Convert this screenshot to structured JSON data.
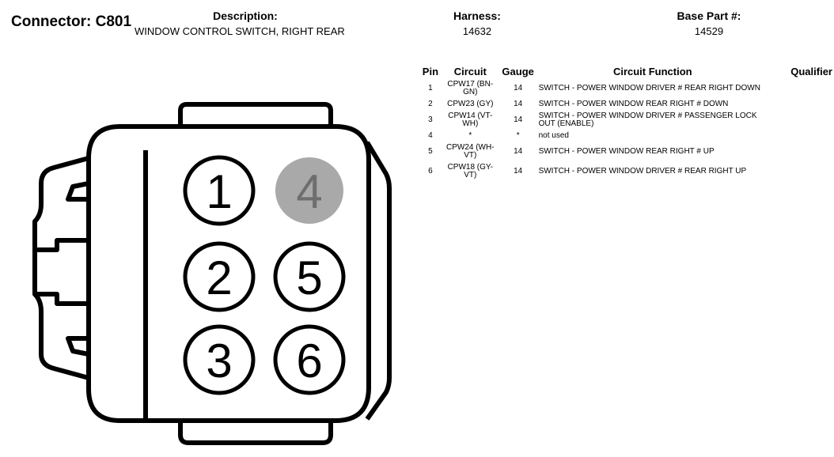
{
  "header": {
    "connector_label": "Connector: C801",
    "description_label": "Description:",
    "description_value": "WINDOW CONTROL SWITCH, RIGHT REAR",
    "harness_label": "Harness:",
    "harness_value": "14632",
    "base_part_label": "Base Part #:",
    "base_part_value": "14529"
  },
  "table": {
    "columns": [
      "Pin",
      "Circuit",
      "Gauge",
      "Circuit Function",
      "Qualifier"
    ],
    "rows": [
      {
        "pin": "1",
        "circuit": "CPW17 (BN-GN)",
        "gauge": "14",
        "function": "SWITCH - POWER WINDOW DRIVER # REAR RIGHT DOWN",
        "qualifier": ""
      },
      {
        "pin": "2",
        "circuit": "CPW23 (GY)",
        "gauge": "14",
        "function": "SWITCH - POWER WINDOW REAR RIGHT # DOWN",
        "qualifier": ""
      },
      {
        "pin": "3",
        "circuit": "CPW14 (VT-WH)",
        "gauge": "14",
        "function": "SWITCH - POWER WINDOW DRIVER # PASSENGER LOCK OUT (ENABLE)",
        "qualifier": ""
      },
      {
        "pin": "4",
        "circuit": "*",
        "gauge": "*",
        "function": "not used",
        "qualifier": ""
      },
      {
        "pin": "5",
        "circuit": "CPW24 (WH-VT)",
        "gauge": "14",
        "function": "SWITCH - POWER WINDOW REAR RIGHT # UP",
        "qualifier": ""
      },
      {
        "pin": "6",
        "circuit": "CPW18 (GY-VT)",
        "gauge": "14",
        "function": "SWITCH - POWER WINDOW DRIVER # REAR RIGHT UP",
        "qualifier": ""
      }
    ]
  },
  "connector": {
    "pins": [
      {
        "label": "1",
        "used": true
      },
      {
        "label": "4",
        "used": false
      },
      {
        "label": "2",
        "used": true
      },
      {
        "label": "5",
        "used": true
      },
      {
        "label": "3",
        "used": true
      },
      {
        "label": "6",
        "used": true
      }
    ],
    "colors": {
      "outline": "#000000",
      "unused_fill": "#a9a9a9",
      "unused_text": "#6e6e6e",
      "body_fill": "#ffffff"
    }
  }
}
